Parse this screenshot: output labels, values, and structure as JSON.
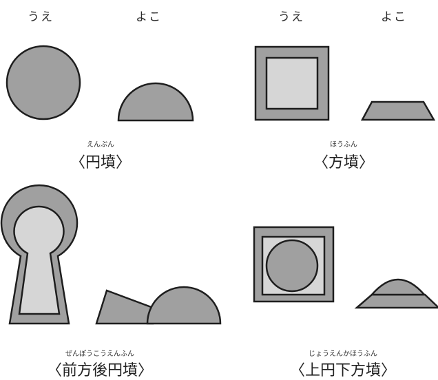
{
  "colors": {
    "dark_gray": "#a0a0a0",
    "light_gray": "#d6d6d6",
    "outline": "#1e1e1e"
  },
  "view_labels": {
    "top": "うえ",
    "side": "よこ"
  },
  "tombs": [
    {
      "ruby": "えんぷん",
      "name": "〈円墳〉"
    },
    {
      "ruby": "ほうふん",
      "name": "〈方墳〉"
    },
    {
      "ruby": "ぜんぽうこうえんふん",
      "name": "〈前方後円墳〉"
    },
    {
      "ruby": "じょうえんかほうふん",
      "name": "〈上円下方墳〉"
    }
  ]
}
